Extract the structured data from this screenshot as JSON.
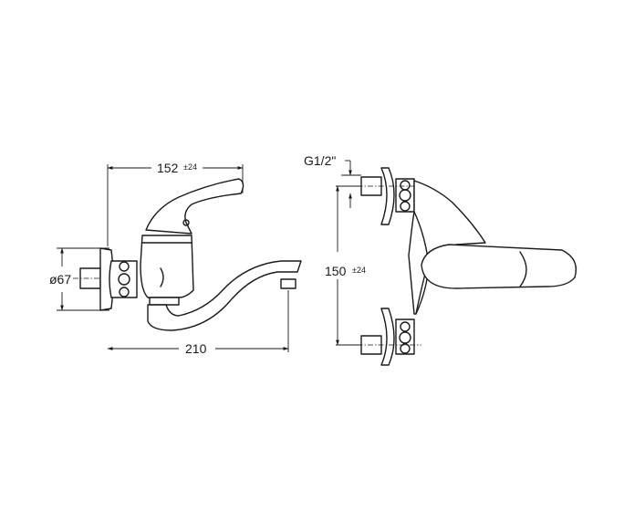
{
  "side_view": {
    "width_dim": {
      "value": "152",
      "tolerance": "±24"
    },
    "diameter_dim": {
      "value": "ø67"
    },
    "reach_dim": {
      "value": "210"
    }
  },
  "front_view": {
    "thread_dim": {
      "value": "G1/2\""
    },
    "center_dim": {
      "value": "150",
      "tolerance": "±24"
    }
  }
}
